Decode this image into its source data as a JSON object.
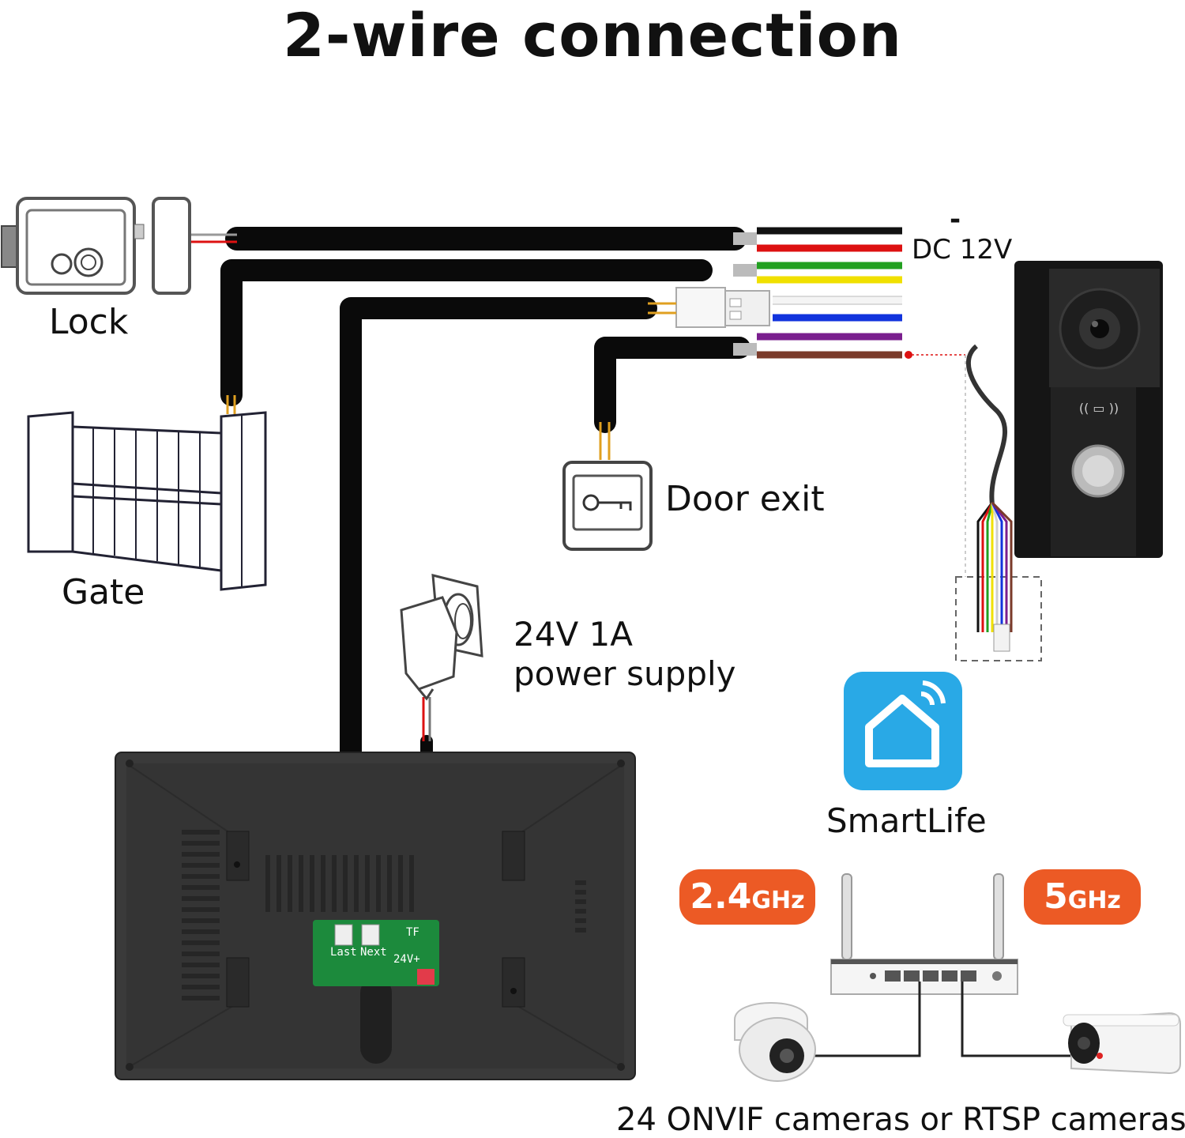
{
  "title": "2-wire connection",
  "labels": {
    "lock": "Lock",
    "gate": "Gate",
    "door_exit": "Door exit",
    "dc": "DC 12V",
    "dc_minus": "-",
    "power_line1": "24V 1A",
    "power_line2": "power supply",
    "smartlife": "SmartLife",
    "cameras": "24 ONVIF cameras or RTSP cameras"
  },
  "pcb": {
    "last": "Last",
    "next": "Next",
    "tf": "TF",
    "v24": "24V+"
  },
  "bands": [
    {
      "num": "2.4",
      "unit": "GHz"
    },
    {
      "num": "5",
      "unit": "GHz"
    }
  ],
  "wire_colors": [
    "#111111",
    "#dd1111",
    "#22a020",
    "#f0e000",
    "#f4f4f4",
    "#1133dd",
    "#7a1e8e",
    "#7a3a2a"
  ],
  "colors": {
    "accent": "#ec5a25",
    "app_icon": "#29a9e6",
    "cable": "#0a0a0a",
    "monitor": "#3a3a3a",
    "pcb": "#1c8a3c"
  },
  "icons": [
    "lock-icon",
    "gate-icon",
    "key-icon",
    "power-adapter-icon",
    "smartlife-icon",
    "router-icon",
    "dome-camera-icon",
    "bullet-camera-icon",
    "doorbell-icon",
    "monitor-icon"
  ]
}
